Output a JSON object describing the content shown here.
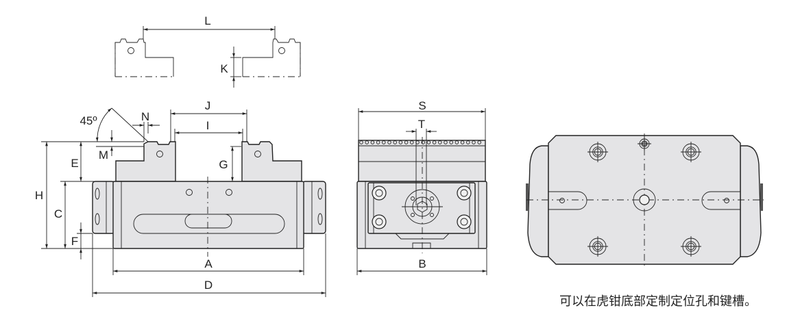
{
  "labels": {
    "L": "L",
    "K": "K",
    "J": "J",
    "N": "N",
    "angle": "45º",
    "I": "I",
    "M": "M",
    "E": "E",
    "G": "G",
    "H": "H",
    "C": "C",
    "F": "F",
    "A": "A",
    "D": "D",
    "S": "S",
    "T": "T",
    "B": "B"
  },
  "caption": "可以在虎钳底部定制定位孔和键槽。",
  "colors": {
    "body_fill": "#e4e4e6",
    "line": "#222222"
  }
}
